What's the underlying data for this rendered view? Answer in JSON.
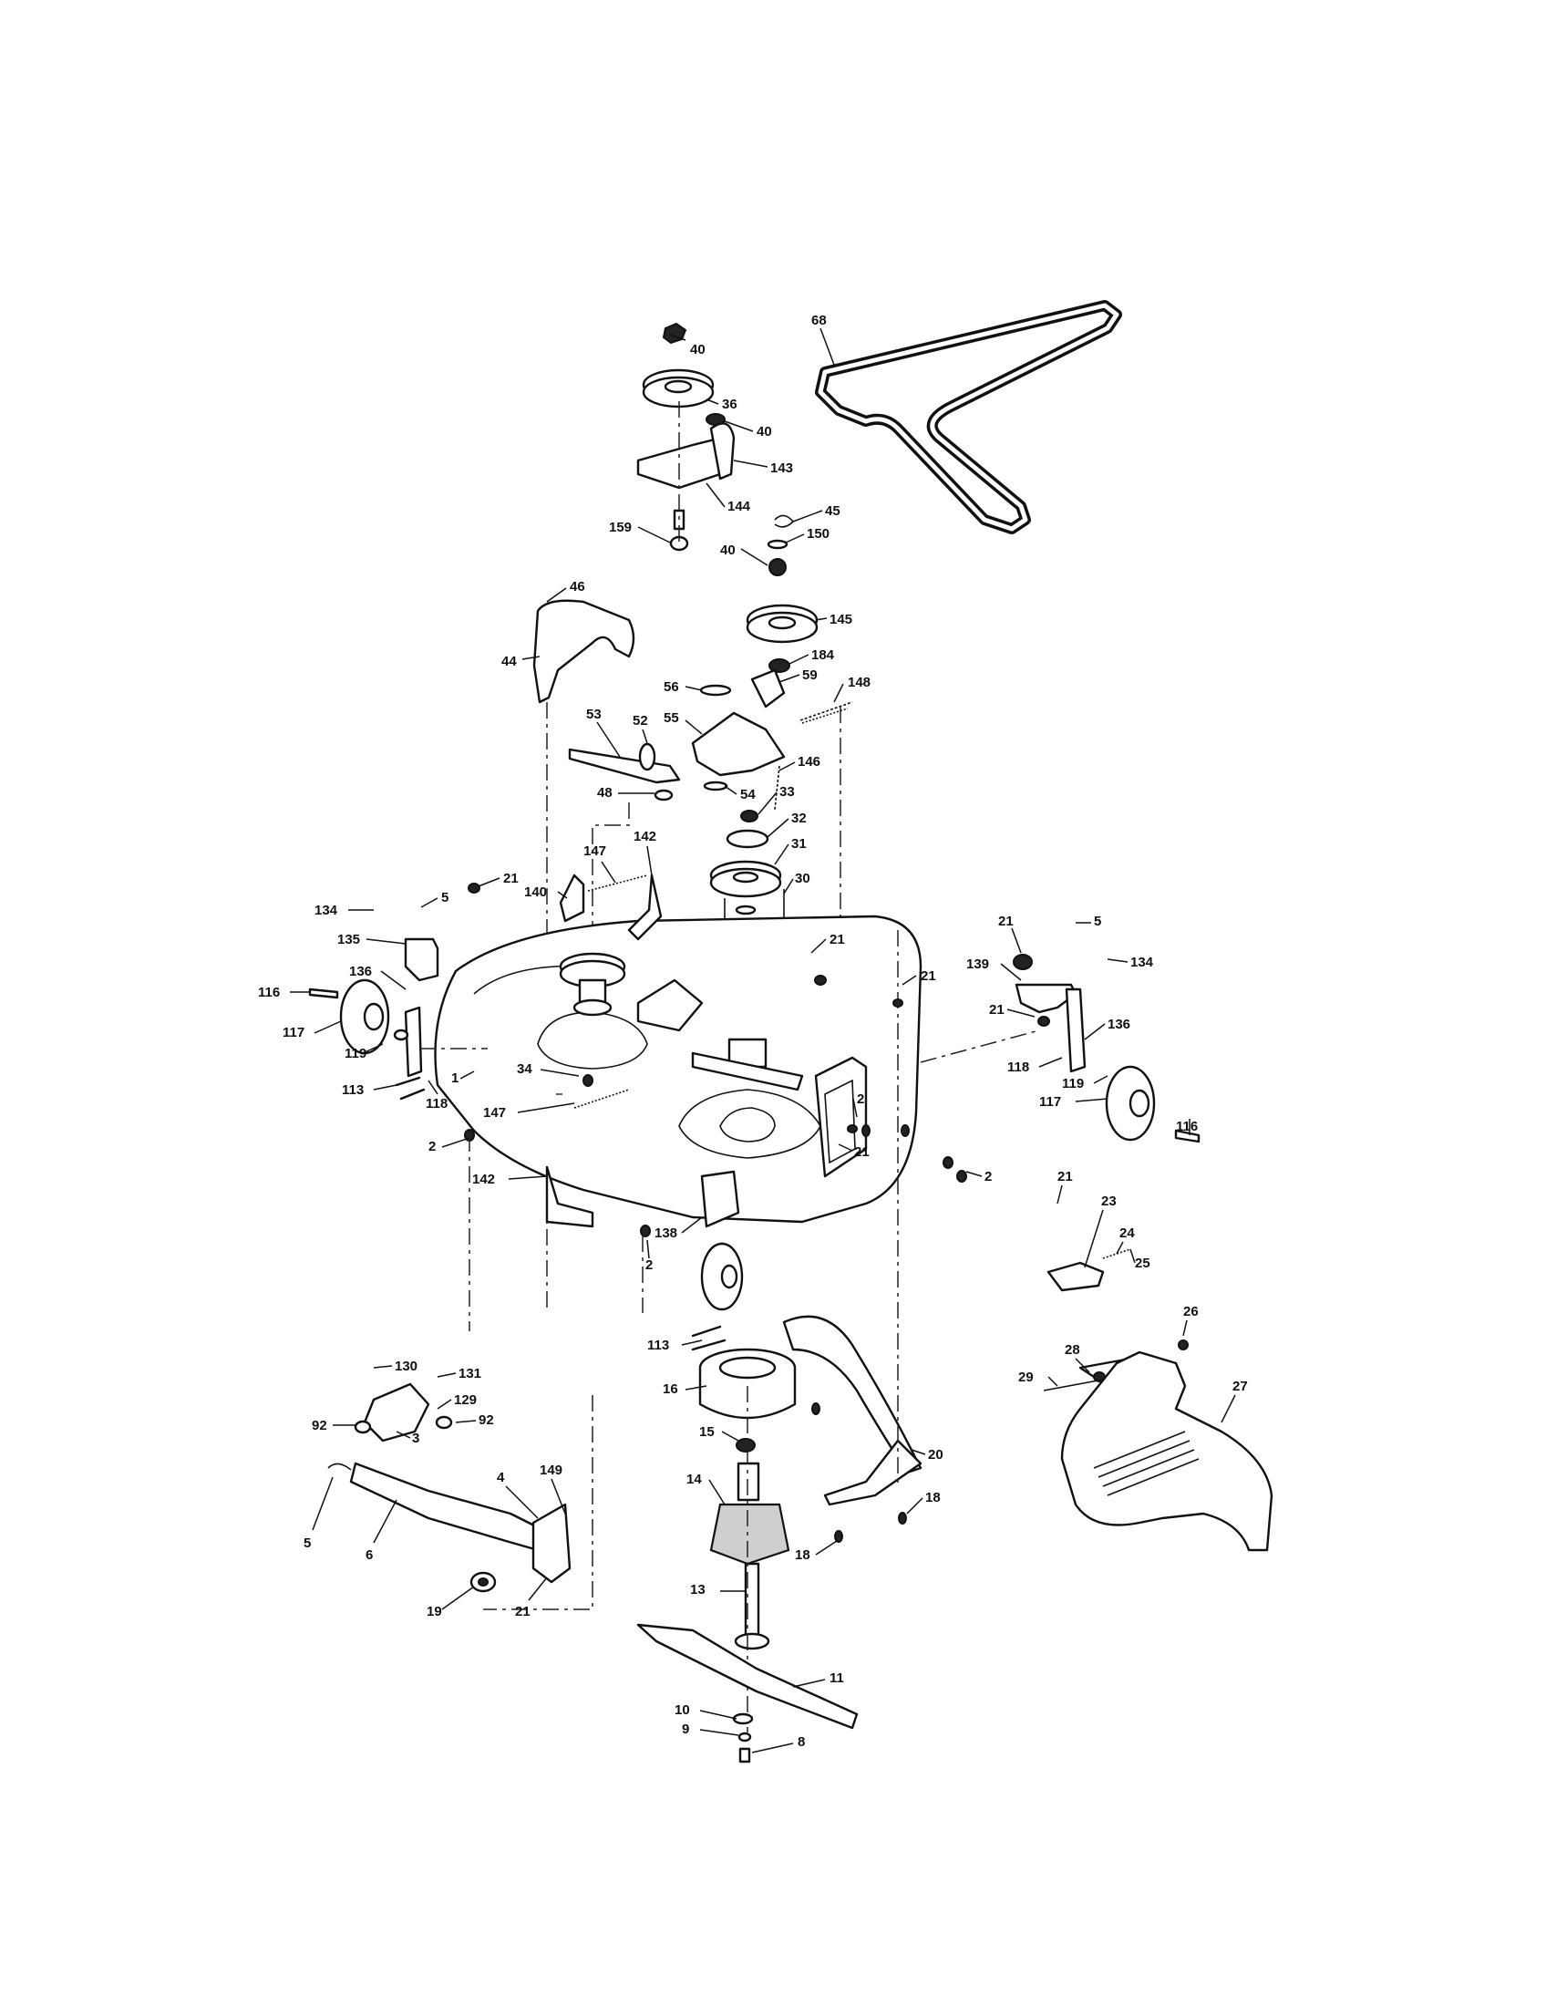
{
  "callouts": [
    {
      "text": "40"
    },
    {
      "text": "36"
    },
    {
      "text": "40"
    },
    {
      "text": "143"
    },
    {
      "text": "144"
    },
    {
      "text": "159"
    },
    {
      "text": "68"
    },
    {
      "text": "45"
    },
    {
      "text": "150"
    },
    {
      "text": "40"
    },
    {
      "text": "145"
    },
    {
      "text": "184"
    },
    {
      "text": "148"
    },
    {
      "text": "46"
    },
    {
      "text": "44"
    },
    {
      "text": "56"
    },
    {
      "text": "59"
    },
    {
      "text": "55"
    },
    {
      "text": "53"
    },
    {
      "text": "52"
    },
    {
      "text": "146"
    },
    {
      "text": "48"
    },
    {
      "text": "54"
    },
    {
      "text": "33"
    },
    {
      "text": "32"
    },
    {
      "text": "31"
    },
    {
      "text": "30"
    },
    {
      "text": "147"
    },
    {
      "text": "142"
    },
    {
      "text": "21"
    },
    {
      "text": "134"
    },
    {
      "text": "5"
    },
    {
      "text": "140"
    },
    {
      "text": "135"
    },
    {
      "text": "136"
    },
    {
      "text": "116"
    },
    {
      "text": "117"
    },
    {
      "text": "119"
    },
    {
      "text": "113"
    },
    {
      "text": "118"
    },
    {
      "text": "1"
    },
    {
      "text": "34"
    },
    {
      "text": "147"
    },
    {
      "text": "2"
    },
    {
      "text": "21"
    },
    {
      "text": "21"
    },
    {
      "text": "21"
    },
    {
      "text": "5"
    },
    {
      "text": "139"
    },
    {
      "text": "134"
    },
    {
      "text": "21"
    },
    {
      "text": "136"
    },
    {
      "text": "118"
    },
    {
      "text": "119"
    },
    {
      "text": "117"
    },
    {
      "text": "116"
    },
    {
      "text": "2"
    },
    {
      "text": "21"
    },
    {
      "text": "2"
    },
    {
      "text": "142"
    },
    {
      "text": "138"
    },
    {
      "text": "2"
    },
    {
      "text": "21"
    },
    {
      "text": "23"
    },
    {
      "text": "24"
    },
    {
      "text": "25"
    },
    {
      "text": "26"
    },
    {
      "text": "28"
    },
    {
      "text": "29"
    },
    {
      "text": "27"
    },
    {
      "text": "113"
    },
    {
      "text": "16"
    },
    {
      "text": "15"
    },
    {
      "text": "20"
    },
    {
      "text": "14"
    },
    {
      "text": "18"
    },
    {
      "text": "18"
    },
    {
      "text": "130"
    },
    {
      "text": "131"
    },
    {
      "text": "129"
    },
    {
      "text": "92"
    },
    {
      "text": "92"
    },
    {
      "text": "3"
    },
    {
      "text": "4"
    },
    {
      "text": "149"
    },
    {
      "text": "5"
    },
    {
      "text": "6"
    },
    {
      "text": "19"
    },
    {
      "text": "21"
    },
    {
      "text": "13"
    },
    {
      "text": "11"
    },
    {
      "text": "10"
    },
    {
      "text": "9"
    },
    {
      "text": "8"
    }
  ]
}
